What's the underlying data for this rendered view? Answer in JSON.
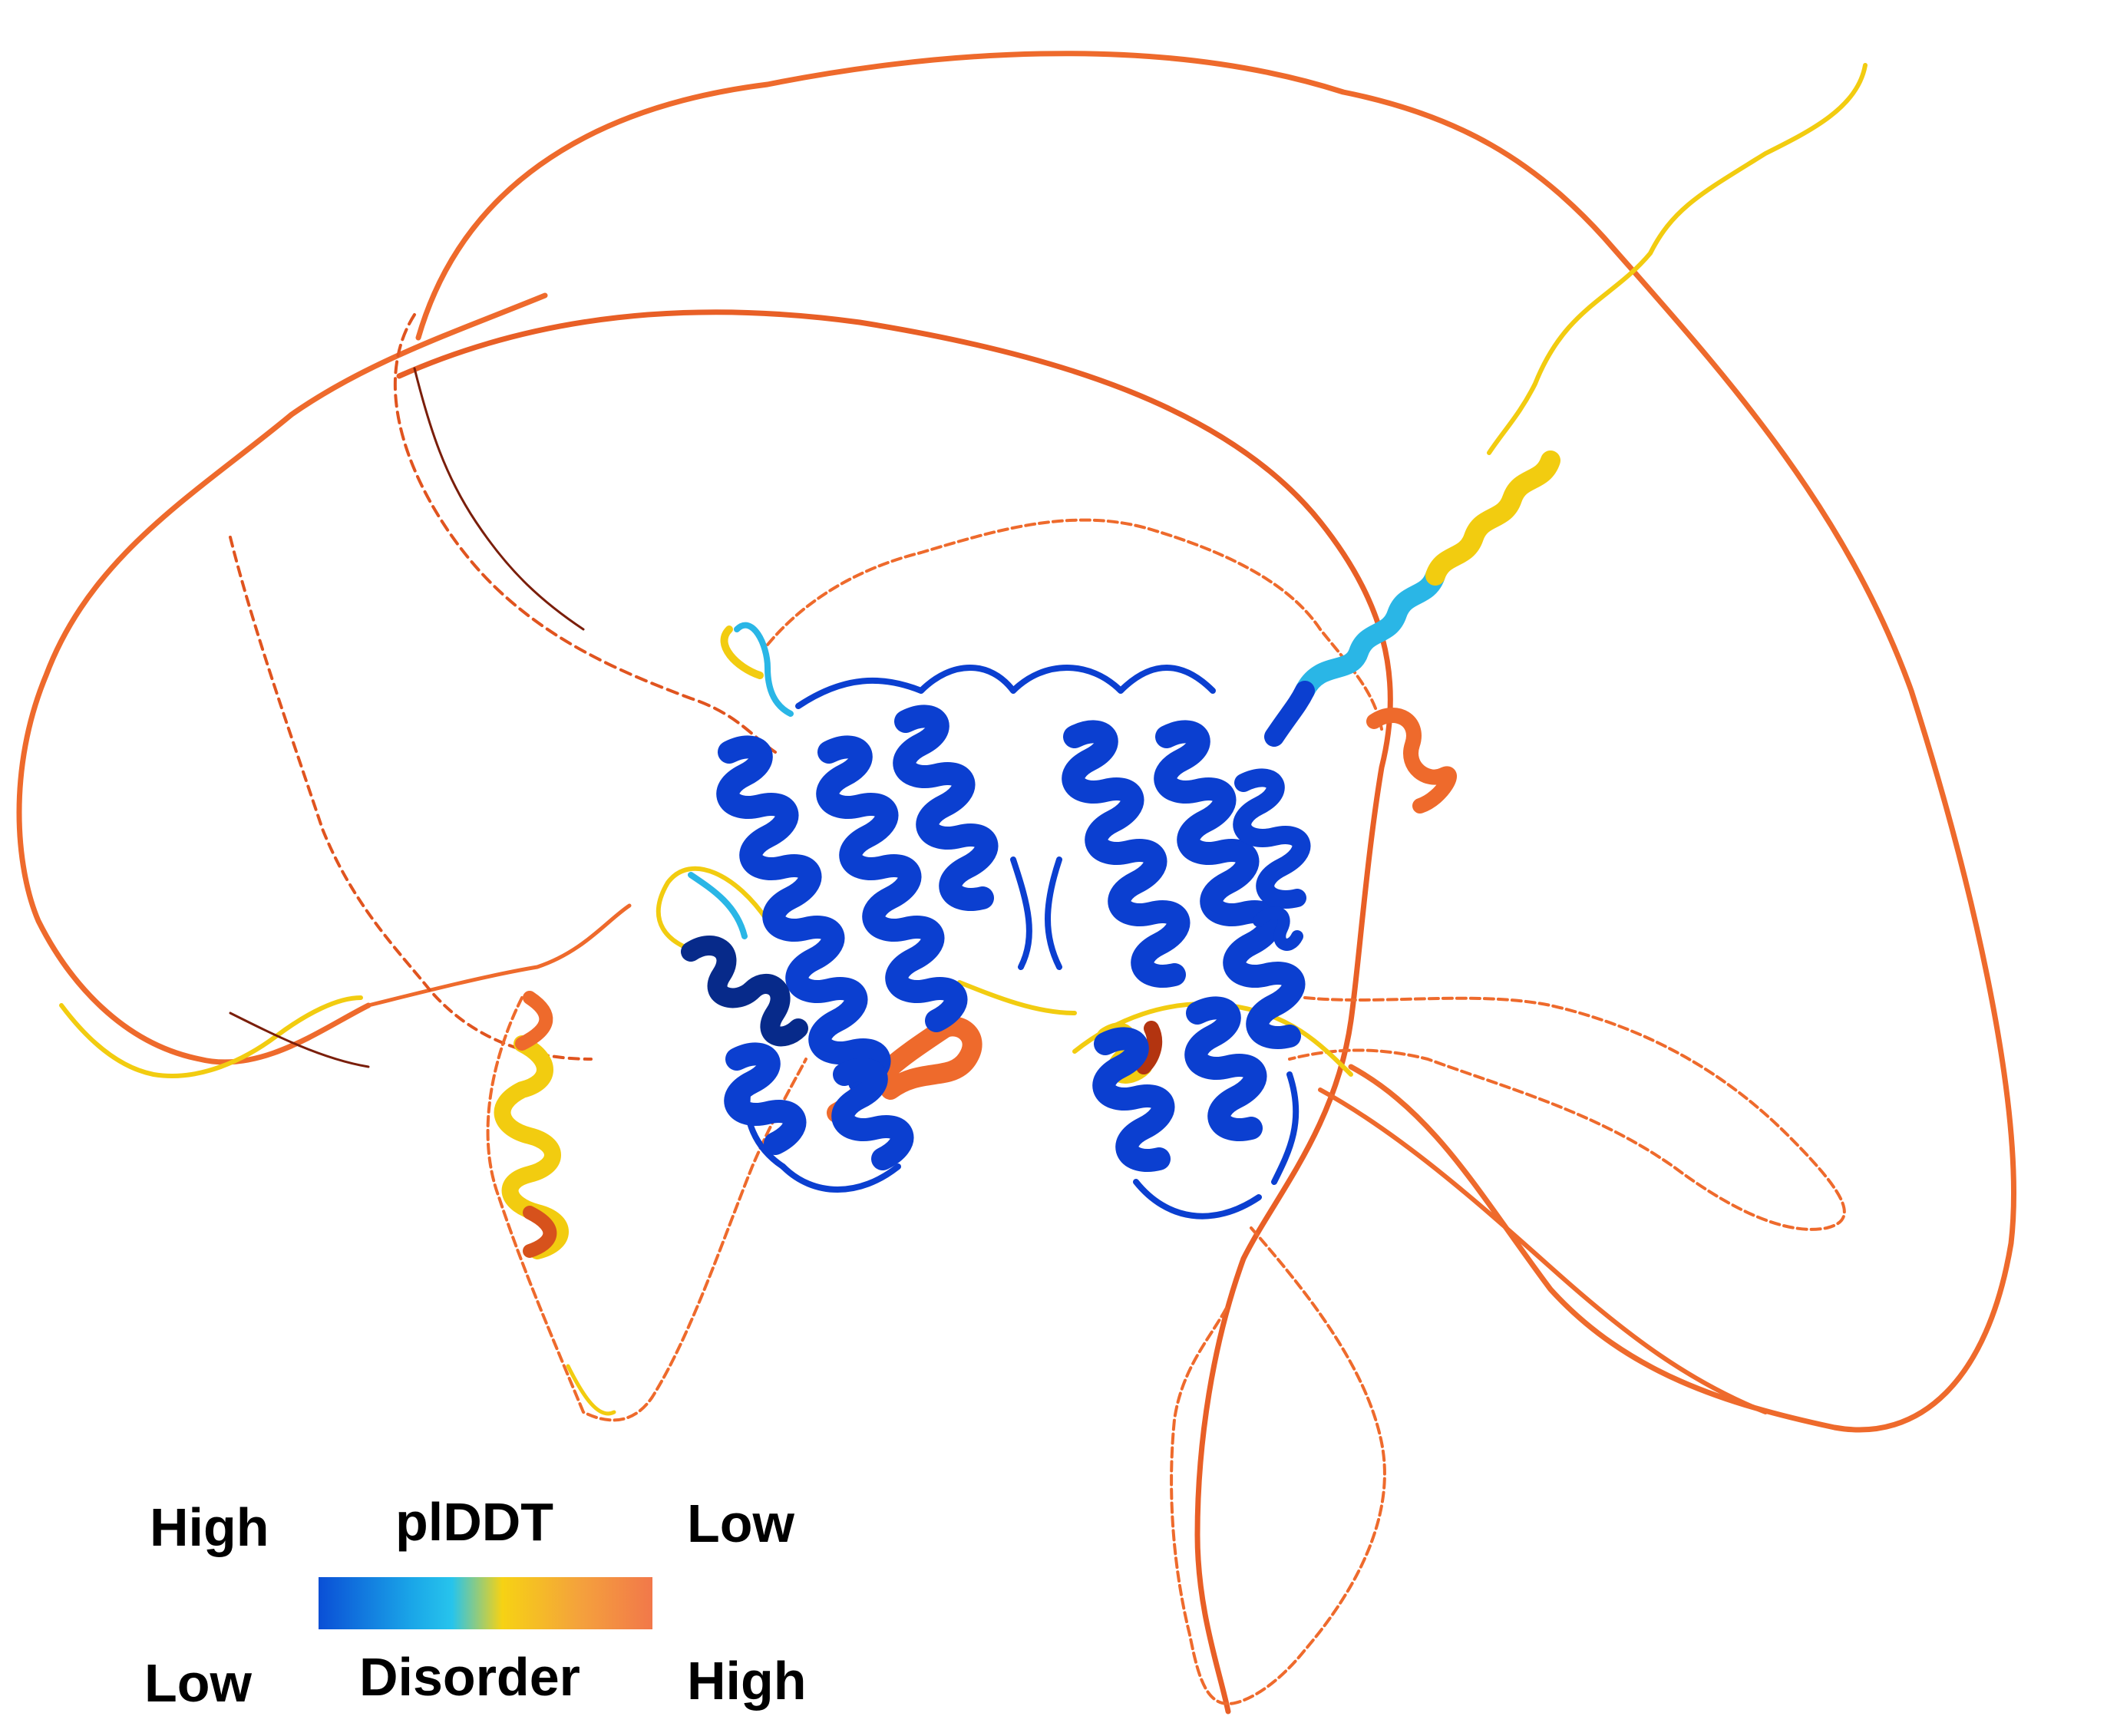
{
  "legend": {
    "metric_label": "plDDT",
    "metric_high": "High",
    "metric_low": "Low",
    "disorder_label": "Disorder",
    "disorder_low": "Low",
    "disorder_high": "High",
    "gradient_colors": [
      "#0a4fd6",
      "#1aa6e8",
      "#27c4ec",
      "#f6d214",
      "#f4a23c",
      "#f2784a"
    ]
  },
  "structure": {
    "core_color": "#0b3fd0",
    "core_dark_color": "#072a8a",
    "confident_helix_color": "#2ab6e6",
    "medium_color": "#f2cc10",
    "disordered_color": "#ee6a2c",
    "disordered_dark_color": "#b33410"
  }
}
